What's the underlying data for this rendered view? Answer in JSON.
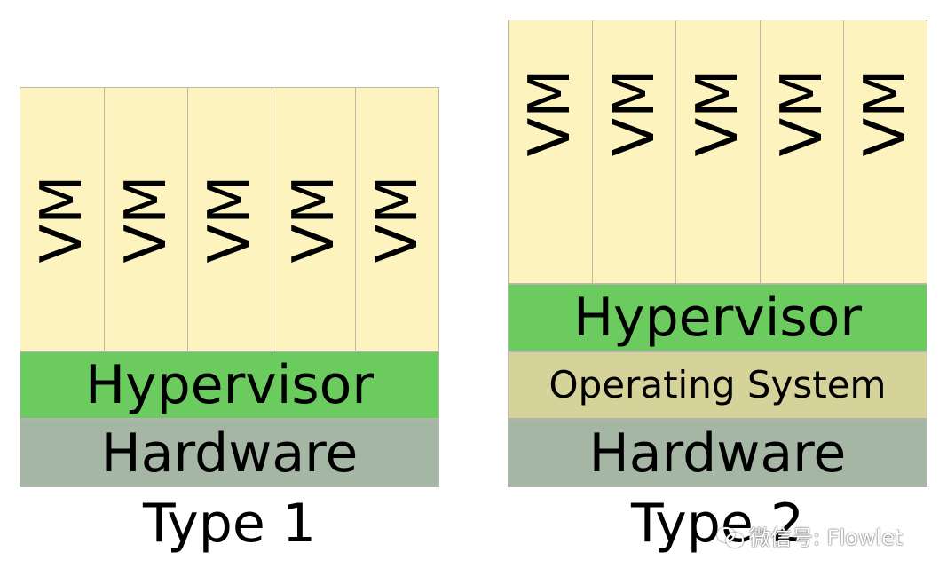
{
  "type1": {
    "vm_labels": [
      "VM",
      "VM",
      "VM",
      "VM",
      "VM"
    ],
    "hypervisor": "Hypervisor",
    "hardware": "Hardware",
    "caption": "Type 1"
  },
  "type2": {
    "vm_labels": [
      "VM",
      "VM",
      "VM",
      "VM",
      "VM"
    ],
    "hypervisor": "Hypervisor",
    "os": "Operating System",
    "hardware": "Hardware",
    "caption": "Type 2"
  },
  "watermark": "微信号: Flowlet",
  "colors": {
    "vm": "#fdf3bf",
    "hypervisor": "#6ccb5f",
    "os": "#d5d29a",
    "hardware": "#a6b6a4"
  }
}
